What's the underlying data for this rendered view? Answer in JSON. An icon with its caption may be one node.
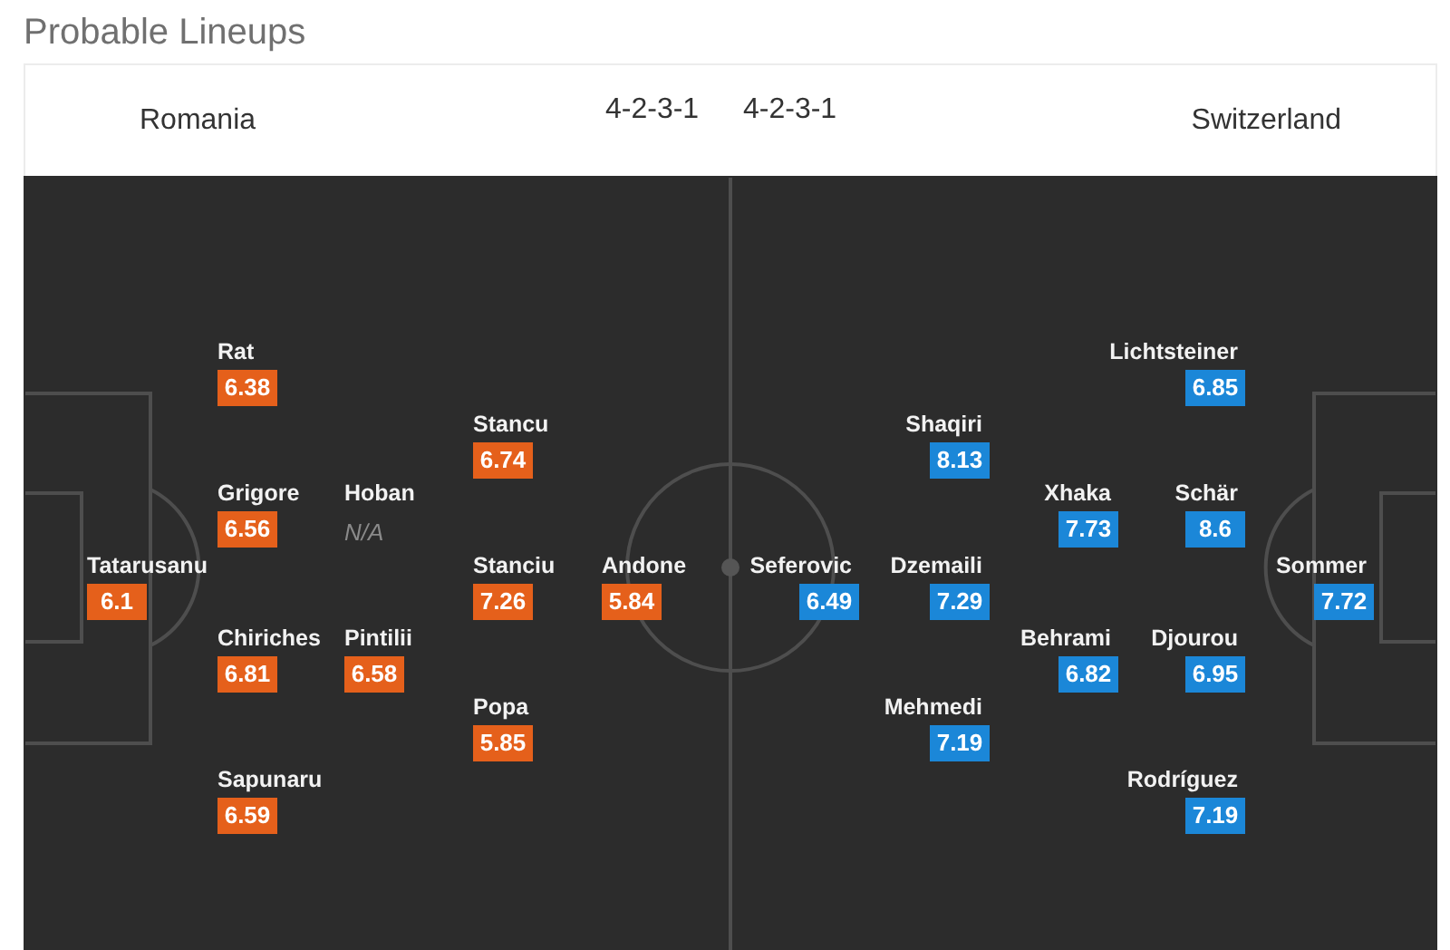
{
  "diagram": {
    "title": "Probable Lineups",
    "nodes": [
      {
        "text": [
          "Romania",
          "4-2-3-1",
          "4-2-3-1",
          "Switzerland"
        ]
      },
      {
        "text": [],
        "shape": "box"
      },
      {
        "text": [
          "Tatarusanu",
          "6.1"
        ],
        "in": 1
      },
      {
        "text": [
          "Rat",
          "6.38"
        ],
        "in": 1
      },
      {
        "text": [
          "Grigore",
          "6.56"
        ],
        "in": 1
      },
      {
        "text": [
          "Chiriches",
          "6.81"
        ],
        "in": 1
      },
      {
        "text": [
          "Sapunaru",
          "6.59"
        ],
        "in": 1
      },
      {
        "text": [
          "Pintilii",
          "6.58"
        ],
        "in": 1
      },
      {
        "text": [
          "Stancu",
          "6.74"
        ],
        "in": 1
      },
      {
        "text": [
          "Stanciu",
          "7.26"
        ],
        "in": 1
      },
      {
        "text": [
          "Popa",
          "5.85"
        ],
        "in": 1
      },
      {
        "text": [
          "Andone",
          "5.84"
        ],
        "in": 1
      },
      {
        "text": [
          "Seferovic",
          "6.49"
        ],
        "in": 1
      },
      {
        "text": [
          "Shaqiri",
          "8.13"
        ],
        "in": 1
      },
      {
        "text": [
          "Dzemaili",
          "7.29"
        ],
        "in": 1
      },
      {
        "text": [
          "Mehmedi",
          "7.19"
        ],
        "in": 1
      },
      {
        "text": [
          "Xhaka",
          "7.73"
        ],
        "in": 1
      },
      {
        "text": [
          "Behrami",
          "6.82"
        ],
        "in": 1
      },
      {
        "text": [
          "Lichtsteiner",
          "6.85"
        ],
        "in": 1
      },
      {
        "text": [
          "Schär",
          "8.6"
        ],
        "in": 1
      },
      {
        "text": [
          "Djourou",
          "6.95"
        ],
        "in": 1
      },
      {
        "text": [
          "Rodríguez",
          "7.19"
        ],
        "in": 1
      },
      {
        "text": [
          "Sommer",
          "7.72"
        ],
        "in": 1
      }
    ],
    "labels": [
      "Hoban",
      "N/A"
    ]
  }
}
